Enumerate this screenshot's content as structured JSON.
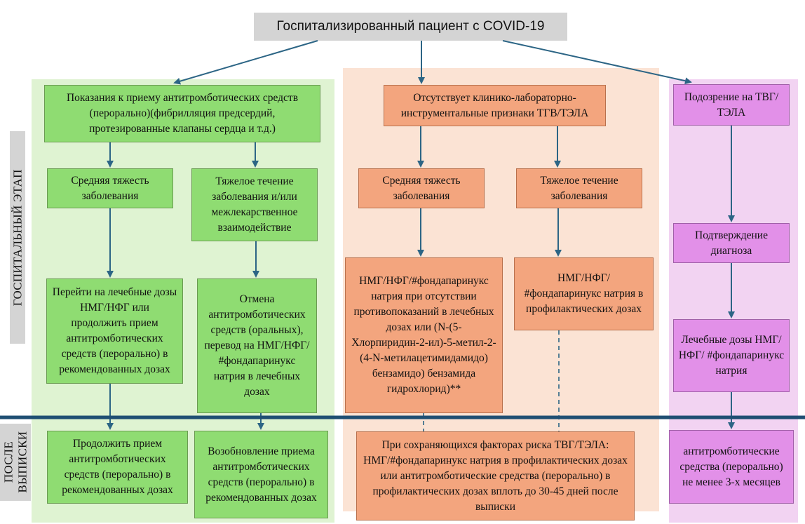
{
  "title": "Госпитализированный пациент с COVID-19",
  "side_labels": {
    "hospital": "ГОСПИТАЛЬНЫЙ ЭТАП",
    "after_1": "ПОСЛЕ",
    "after_2": "ВЫПИСКИ"
  },
  "green": {
    "indications": "Показания к приему антитромботических средств (перорально)(фибрилляция предсердий, протезированные клапаны сердца и т.д.)",
    "moderate": "Средняя тяжесть заболевания",
    "severe": "Тяжелое течение заболевания и/или межлекарственное взаимодействие",
    "switch": "Перейти на лечебные дозы НМГ/НФГ или продолжить прием антитромботических средств (перорально) в рекомендованных дозах",
    "cancel": "Отмена антитромботических средств (оральных), перевод на НМГ/НФГ/ #фондапаринукс натрия в лечебных дозах",
    "continue": "Продолжить прием антитромботических средств (перорально) в рекомендованных дозах",
    "resume": "Возобновление приема антитромботических средств (перорально) в рекомендованных дозах"
  },
  "orange": {
    "absent": "Отсутствует клинико-лабораторно-инструментальные признаки ТГВ/ТЭЛА",
    "moderate": "Средняя тяжесть заболевания",
    "severe": "Тяжелое течение заболевания",
    "therapeutic": "НМГ/НФГ/#фондапаринукс натрия при отсутствии противопоказаний в лечебных дозах или (N-(5-Хлорпиридин-2-ил)-5-метил-2-(4-N-метилацетимидамидо) бензамидо) бензамида гидрохлорид)**",
    "prophylactic": "НМГ/НФГ/ #фондапаринукс натрия в профилактических дозах",
    "risk": "При сохраняющихся факторах риска ТВГ/ТЭЛА: НМГ/#фондапаринукс натрия в профилактических дозах или антитромботические средства (перорально) в профилактических дозах вплоть до 30-45 дней после выписки"
  },
  "pink": {
    "suspicion": "Подозрение на ТВГ/ТЭЛА",
    "confirm": "Подтверждение диагноза",
    "therapeutic": "Лечебные дозы НМГ/НФГ/ #фондапаринукс натрия",
    "after": "антитромботические средства (перорально) не менее 3-х месяцев"
  },
  "colors": {
    "green_panel": "#dff3d2",
    "orange_panel": "#fbe3d4",
    "pink_panel": "#f2d3f2",
    "arrow": "#2c6585",
    "divider": "#1f4f73"
  }
}
